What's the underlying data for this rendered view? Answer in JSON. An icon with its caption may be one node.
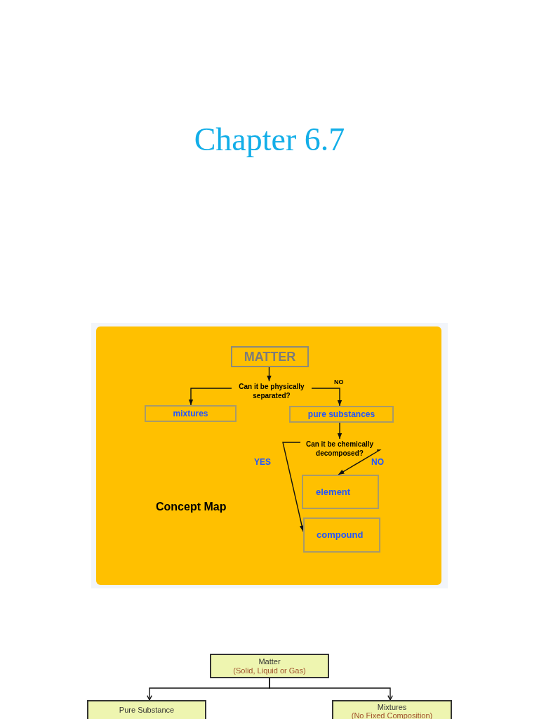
{
  "diagram": {
    "title": "Chapter 6.7",
    "nodes": [
      {
        "text": [
          "MATTER"
        ]
      },
      {
        "text": [
          "Can it be physically separated?"
        ]
      },
      {
        "text": [
          "mixtures"
        ]
      },
      {
        "text": [
          "pure substances"
        ]
      },
      {
        "text": [
          "Can it be chemically decomposed?"
        ]
      },
      {
        "text": [
          "element"
        ]
      },
      {
        "text": [
          "compound"
        ]
      },
      {
        "text": [
          "Matter",
          "(Solid, Liquid or Gas)"
        ]
      },
      {
        "text": [
          "Pure Substance"
        ]
      },
      {
        "text": [
          "Mixtures",
          "(No Fixed Composition)"
        ]
      }
    ],
    "edges": [
      {
        "from": 0,
        "to": 1,
        "arrow": "to"
      },
      {
        "from": 1,
        "to": 2,
        "arrow": "to"
      },
      {
        "from": 1,
        "to": 3,
        "arrow": "to",
        "label": "NO"
      },
      {
        "from": 3,
        "to": 4,
        "arrow": "to"
      },
      {
        "from": 4,
        "to": 5,
        "arrow": "to",
        "label": "NO"
      },
      {
        "from": 4,
        "to": 6,
        "arrow": "to",
        "label": "YES"
      },
      {
        "from": 7,
        "to": 8,
        "arrow": "to"
      },
      {
        "from": 7,
        "to": 9,
        "arrow": "to"
      }
    ],
    "labels": [
      "Concept Map"
    ]
  }
}
